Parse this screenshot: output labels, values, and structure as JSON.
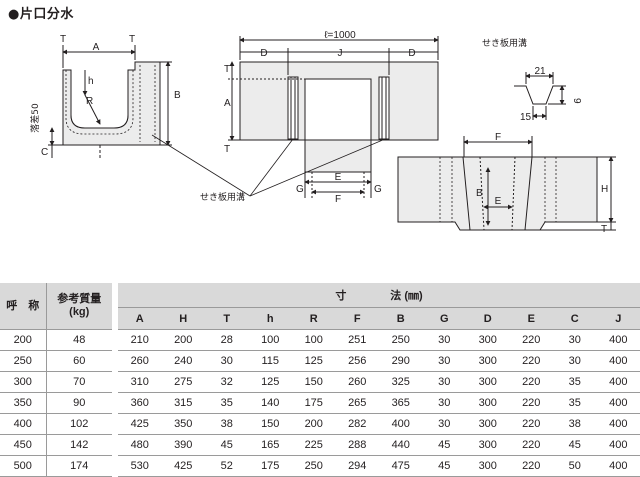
{
  "title": "●片口分水",
  "drawing_labels": {
    "cross_section": {
      "A": "A",
      "B": "B",
      "T1": "T",
      "T2": "T",
      "h": "h",
      "R": "R",
      "C": "C",
      "slope": "落差50"
    },
    "plan": {
      "l": "ℓ=1000",
      "D_left": "D",
      "J": "J",
      "D_right": "D",
      "T_top": "T",
      "A": "A",
      "T_bottom": "T",
      "E": "E",
      "F": "F",
      "G_left": "G",
      "G_right": "G"
    },
    "groove_label": "せき板用溝",
    "groove_detail": {
      "title": "せき板用溝",
      "w21": "21",
      "d9": "9",
      "w15": "15"
    },
    "elevation": {
      "F": "F",
      "H": "H",
      "B": "B",
      "E": "E",
      "T": "T"
    }
  },
  "table": {
    "col_nominal": "呼　称",
    "col_weight": "参考質量\n(kg)",
    "col_dims_title": "寸　　　　法 (㎜)",
    "dim_headers": [
      "A",
      "H",
      "T",
      "h",
      "R",
      "F",
      "B",
      "G",
      "D",
      "E",
      "C",
      "J"
    ],
    "rows": [
      {
        "nominal": "200",
        "weight": "48",
        "dims": [
          "210",
          "200",
          "28",
          "100",
          "100",
          "251",
          "250",
          "30",
          "300",
          "220",
          "30",
          "400"
        ]
      },
      {
        "nominal": "250",
        "weight": "60",
        "dims": [
          "260",
          "240",
          "30",
          "115",
          "125",
          "256",
          "290",
          "30",
          "300",
          "220",
          "30",
          "400"
        ]
      },
      {
        "nominal": "300",
        "weight": "70",
        "dims": [
          "310",
          "275",
          "32",
          "125",
          "150",
          "260",
          "325",
          "30",
          "300",
          "220",
          "35",
          "400"
        ]
      },
      {
        "nominal": "350",
        "weight": "90",
        "dims": [
          "360",
          "315",
          "35",
          "140",
          "175",
          "265",
          "365",
          "30",
          "300",
          "220",
          "35",
          "400"
        ]
      },
      {
        "nominal": "400",
        "weight": "102",
        "dims": [
          "425",
          "350",
          "38",
          "150",
          "200",
          "282",
          "400",
          "30",
          "300",
          "220",
          "38",
          "400"
        ]
      },
      {
        "nominal": "450",
        "weight": "142",
        "dims": [
          "480",
          "390",
          "45",
          "165",
          "225",
          "288",
          "440",
          "45",
          "300",
          "220",
          "45",
          "400"
        ]
      },
      {
        "nominal": "500",
        "weight": "174",
        "dims": [
          "530",
          "425",
          "52",
          "175",
          "250",
          "294",
          "475",
          "45",
          "300",
          "220",
          "50",
          "400"
        ]
      }
    ]
  }
}
